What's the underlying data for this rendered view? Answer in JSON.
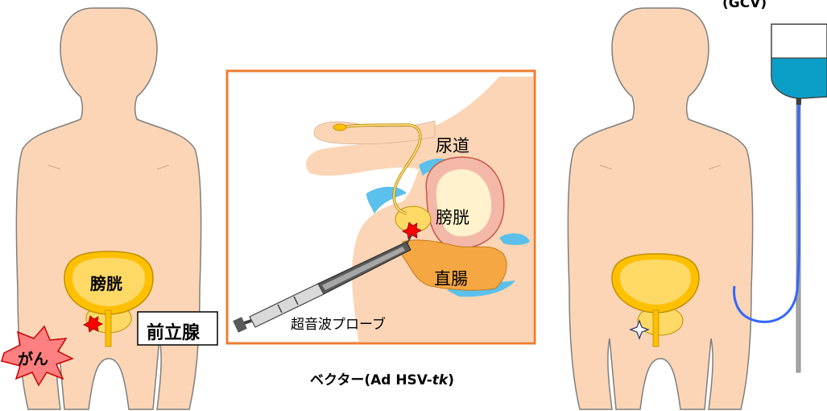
{
  "left_figure": {
    "bladder_label": "膀胱",
    "prostate_label": "前立腺",
    "cancer_label": "がん"
  },
  "center_figure": {
    "urethra_label": "尿道",
    "bladder_label": "膀胱",
    "rectum_label": "直腸",
    "probe_label": "超音波プローブ",
    "vector_caption_prefix": "ベクター(Ad HSV-",
    "vector_caption_italic": "tk",
    "vector_caption_suffix": ")"
  },
  "right_figure": {
    "drip_label": "(GCV)"
  },
  "colors": {
    "skin": "#fbd5b5",
    "bladder_yellow": "#ffc000",
    "prostate_yellow": "#ffd966",
    "frame_orange": "#ed7d31",
    "tumor_red": "#ff0000",
    "water_blue": "#5bc0eb",
    "rectum_orange": "#f4a742",
    "drip_teal": "#0b9fc7",
    "tube_blue": "#3366ff"
  }
}
